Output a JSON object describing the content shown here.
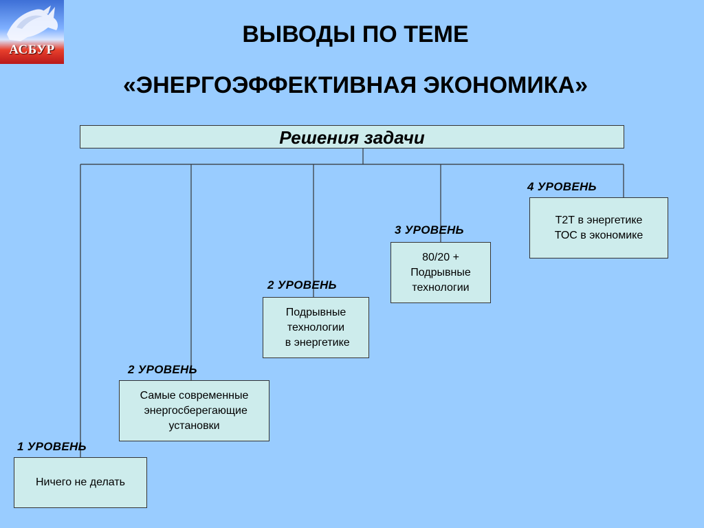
{
  "logo": {
    "text": "АСБУР",
    "icon": "winged-horse-icon"
  },
  "title": {
    "line1": "ВЫВОДЫ ПО ТЕМЕ",
    "line2": "«ЭНЕРГОЭФФЕКТИВНАЯ ЭКОНОМИКА»"
  },
  "diagram": {
    "header": "Решения задачи",
    "levels": [
      {
        "label": "1  УРОВЕНЬ",
        "lines": [
          "Ничего не делать"
        ]
      },
      {
        "label": "2  УРОВЕНЬ",
        "lines": [
          "Самые современные",
          " энергосберегающие",
          "установки"
        ]
      },
      {
        "label": "2  УРОВЕНЬ",
        "lines": [
          "Подрывные",
          "технологии",
          " в энергетике"
        ]
      },
      {
        "label": "3  УРОВЕНЬ",
        "lines": [
          "80/20 +",
          "Подрывные",
          "технологии"
        ]
      },
      {
        "label": "4  УРОВЕНЬ",
        "lines": [
          "Т2Т в энергетике",
          "ТОС в экономике"
        ]
      }
    ]
  },
  "colors": {
    "background": "#99ccff",
    "box_fill": "#cdecec",
    "line": "#333333"
  }
}
